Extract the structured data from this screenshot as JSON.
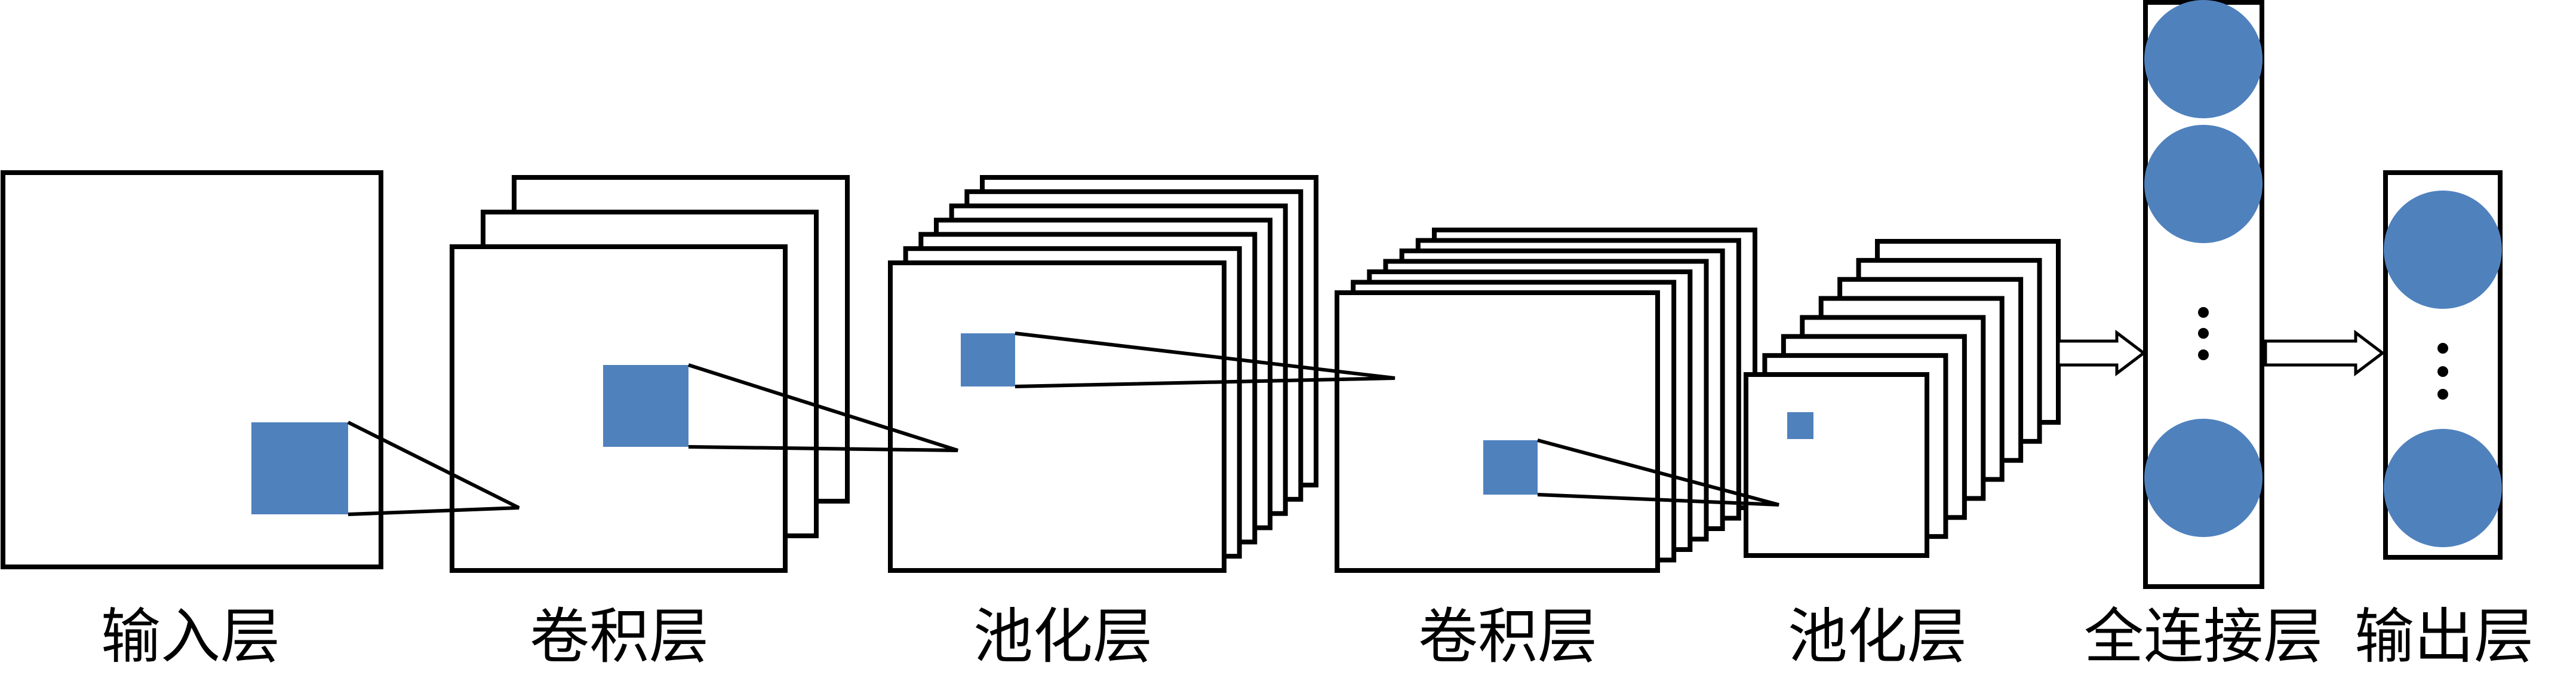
{
  "title": "CNN architecture diagram",
  "colors": {
    "accent": "#4f81bd",
    "stroke": "#000000",
    "background": "#ffffff"
  },
  "layers": [
    {
      "id": "input",
      "label": "输入层",
      "feature_maps": 1
    },
    {
      "id": "conv1",
      "label": "卷积层",
      "feature_maps": 3
    },
    {
      "id": "pool1",
      "label": "池化层",
      "feature_maps": 7
    },
    {
      "id": "conv2",
      "label": "卷积层",
      "feature_maps": 7
    },
    {
      "id": "pool2",
      "label": "池化层",
      "feature_maps": 8
    },
    {
      "id": "fc",
      "label": "全连接层",
      "neurons_shown": 3,
      "ellipsis": true
    },
    {
      "id": "output",
      "label": "输出层",
      "neurons_shown": 2,
      "ellipsis": true
    }
  ]
}
